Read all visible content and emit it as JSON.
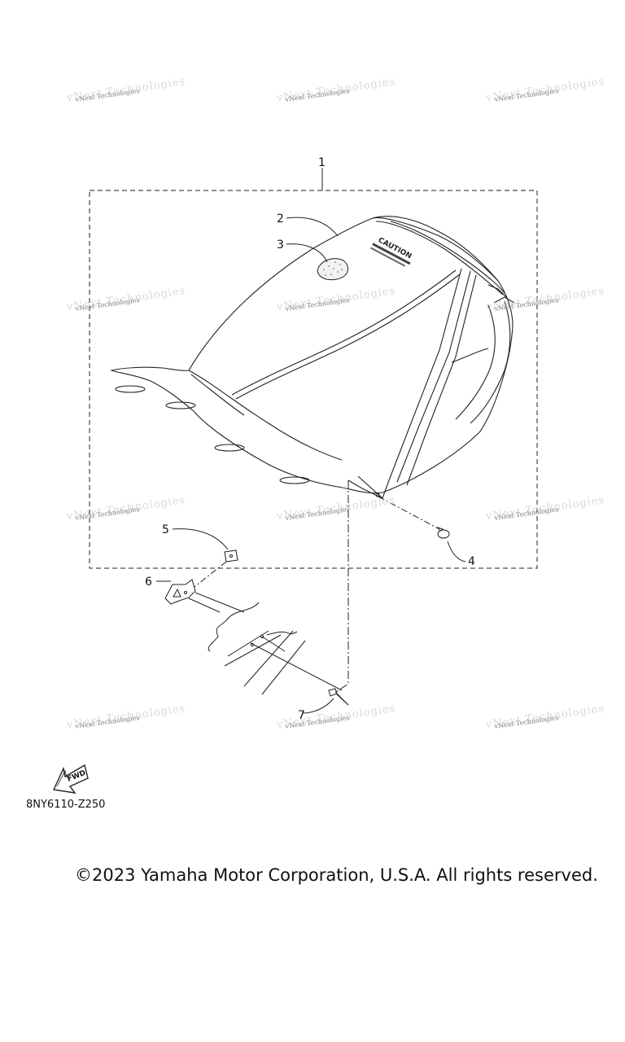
{
  "callouts": {
    "c1": "1",
    "c2": "2",
    "c3": "3",
    "c4": "4",
    "c5": "5",
    "c6": "6",
    "c7": "7"
  },
  "seat_text": {
    "label_a": "CAUTION",
    "fwd": "FWD"
  },
  "watermark_text": "vNext Technologies",
  "diagram_code": "8NY6110-Z250",
  "copyright": "©2023 Yamaha Motor Corporation, U.S.A. All rights reserved."
}
